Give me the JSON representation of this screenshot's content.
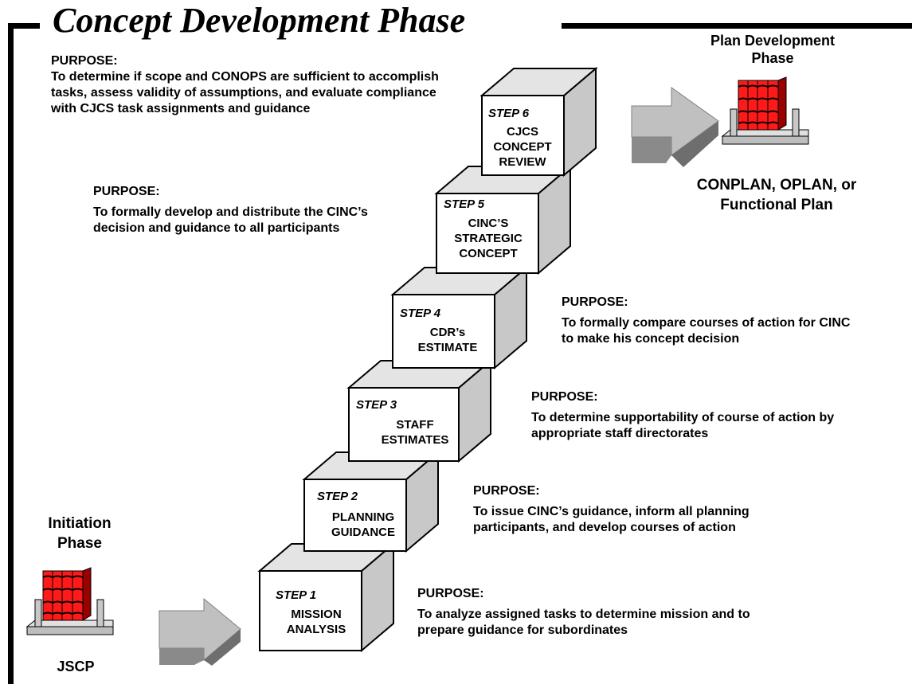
{
  "title": "Concept Development Phase",
  "colors": {
    "book_red": "#ff1a1a",
    "book_dark_red": "#990000",
    "box_face": "#ffffff",
    "box_side": "#c8c8c8",
    "box_top": "#e4e4e4",
    "arrow_light": "#c0c0c0",
    "arrow_dark": "#707070"
  },
  "initiation": {
    "label": "Initiation Phase",
    "doc": "JSCP"
  },
  "plan_development": {
    "label": "Plan Development Phase",
    "doc": "CONPLAN, OPLAN, or Functional Plan"
  },
  "steps": [
    {
      "step": "STEP 1",
      "name": "MISSION ANALYSIS",
      "purpose_head": "PURPOSE:",
      "purpose": "To analyze assigned tasks to determine mission and to prepare guidance for subordinates"
    },
    {
      "step": "STEP 2",
      "name": "PLANNING GUIDANCE",
      "purpose_head": "PURPOSE:",
      "purpose": "To issue CINC’s guidance, inform all planning participants, and develop courses of action"
    },
    {
      "step": "STEP 3",
      "name": "STAFF ESTIMATES",
      "purpose_head": "PURPOSE:",
      "purpose": "To determine supportability of course of action by appropriate staff directorates"
    },
    {
      "step": "STEP 4",
      "name": "CDR’s ESTIMATE",
      "purpose_head": "PURPOSE:",
      "purpose": "To formally compare courses of action for CINC to make his concept decision"
    },
    {
      "step": "STEP 5",
      "name": "CINC’S STRATEGIC CONCEPT",
      "purpose_head": "PURPOSE:",
      "purpose": "To formally develop and distribute the CINC’s decision and guidance to all participants"
    },
    {
      "step": "STEP 6",
      "name": "CJCS CONCEPT REVIEW",
      "purpose_head": "PURPOSE:",
      "purpose": "To determine if scope and CONOPS are sufficient to accomplish tasks, assess validity of assumptions, and evaluate compliance with CJCS task assignments and guidance"
    }
  ]
}
